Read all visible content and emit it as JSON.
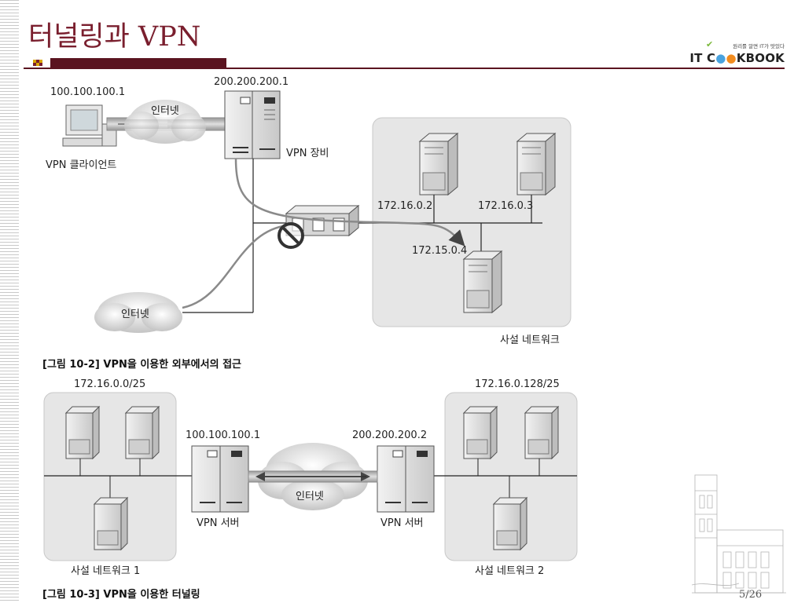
{
  "slide": {
    "title": "터널링과 VPN",
    "page_number": "5/26"
  },
  "logo": {
    "tagline": "원리를 알면 IT가 맛있다",
    "brand_prefix": "IT C",
    "brand_suffix": "KBOOK"
  },
  "figure1": {
    "client_ip": "100.100.100.1",
    "vpn_device_ip": "200.200.200.1",
    "internet_top": "인터넷",
    "internet_bottom": "인터넷",
    "client_label": "VPN 클라이언트",
    "vpn_device_label": "VPN 장비",
    "server_a_ip": "172.16.0.2",
    "server_b_ip": "172.16.0.3",
    "server_c_ip": "172.15.0.4",
    "private_net_label": "사설 네트워크",
    "caption": "[그림 10-2] VPN을 이용한 외부에서의 접근"
  },
  "figure2": {
    "left_subnet": "172.16.0.0/25",
    "right_subnet": "172.16.0.128/25",
    "left_server_ip": "100.100.100.1",
    "right_server_ip": "200.200.200.2",
    "internet": "인터넷",
    "left_server_label": "VPN 서버",
    "right_server_label": "VPN 서버",
    "left_net_label": "사설 네트워크 1",
    "right_net_label": "사설 네트워크 2",
    "caption": "[그림 10-3] VPN을 이용한 터널링"
  },
  "colors": {
    "title": "#7a1f2e",
    "rule": "#5a1420",
    "panel": "#e6e6e6"
  }
}
